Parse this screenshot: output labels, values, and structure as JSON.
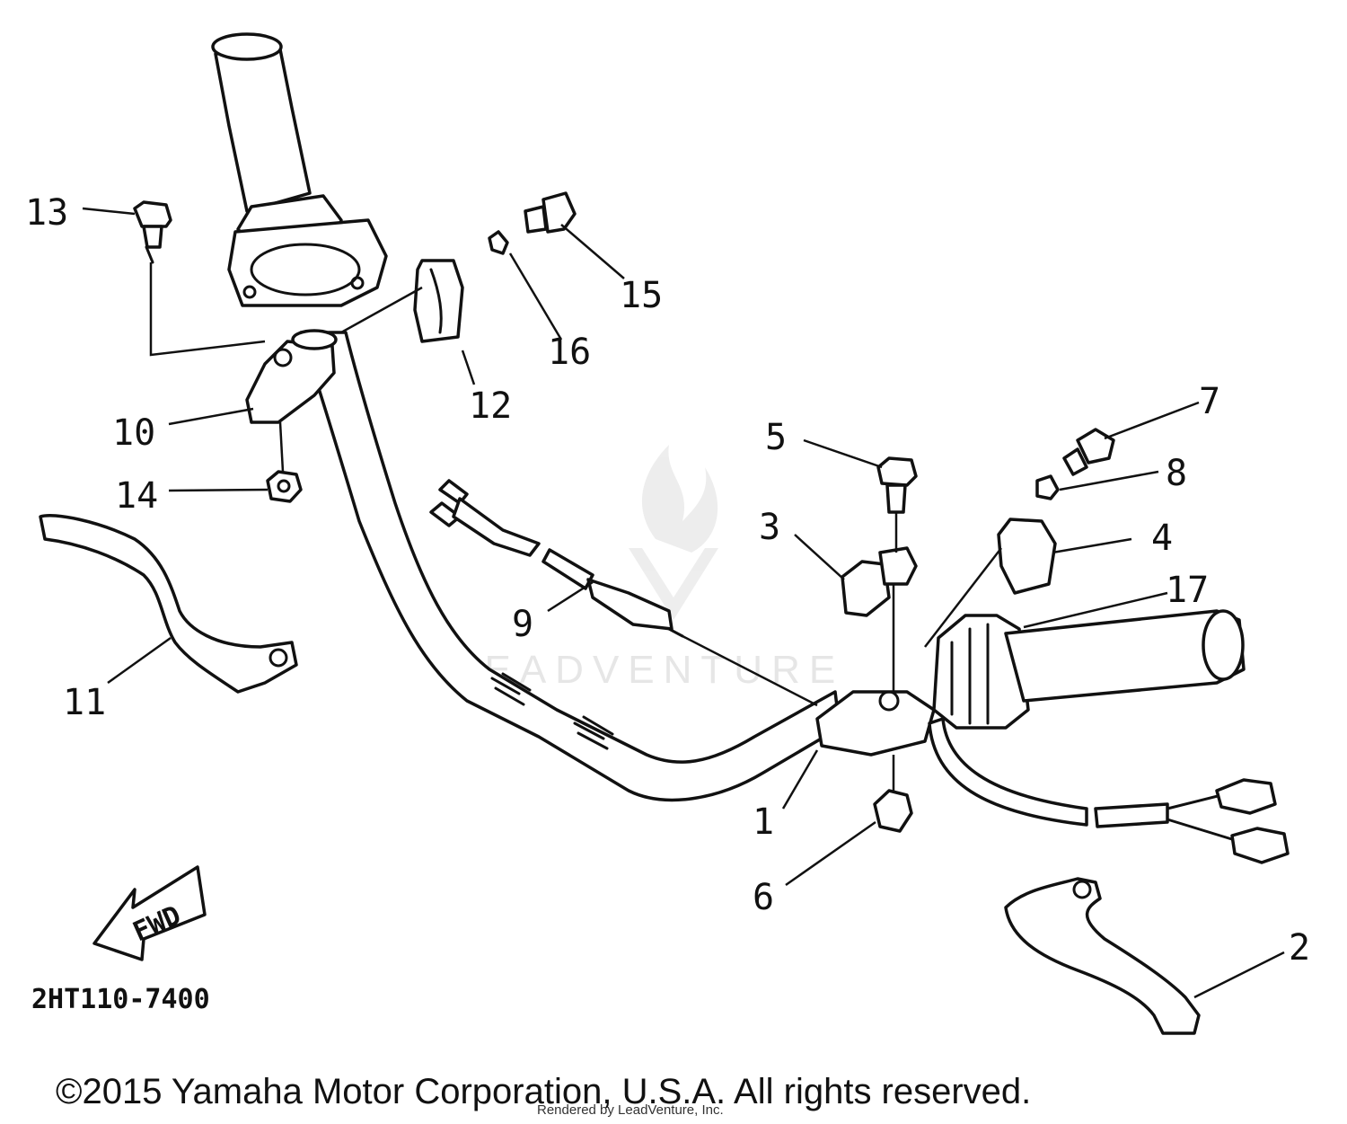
{
  "diagram": {
    "part_labels": {
      "p1": "1",
      "p2": "2",
      "p3": "3",
      "p4": "4",
      "p5": "5",
      "p6": "6",
      "p7": "7",
      "p8": "8",
      "p9": "9",
      "p10": "10",
      "p11": "11",
      "p12": "12",
      "p13": "13",
      "p14": "14",
      "p15": "15",
      "p16": "16",
      "p17": "17"
    },
    "arrow_text": "FWD",
    "diagram_code": "2HT110-7400",
    "watermark": "LEADVENTURE",
    "copyright": "©2015 Yamaha Motor Corporation, U.S.A. All rights reserved.",
    "rendered_by": "Rendered by LeadVenture, Inc."
  }
}
